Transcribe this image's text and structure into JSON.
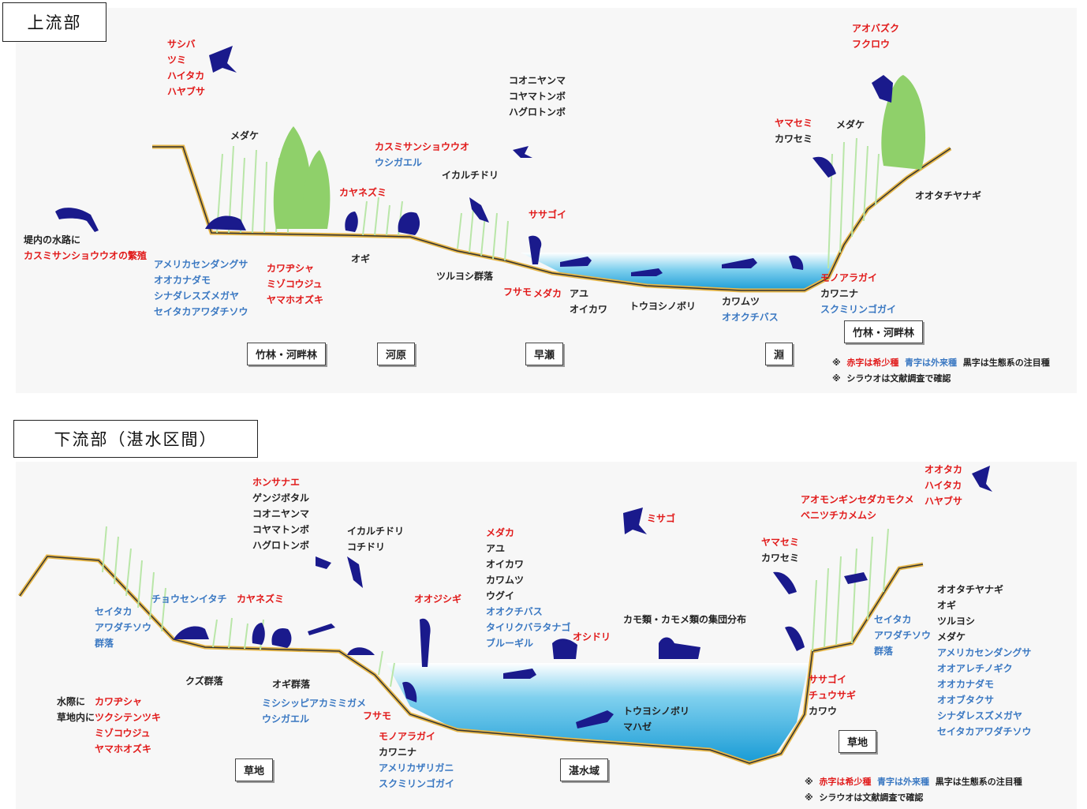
{
  "colors": {
    "rare": "#e11a1a",
    "alien": "#3a78c2",
    "notable": "#222222",
    "water": "#2aa6d8",
    "bank": "#e6b74a",
    "tree": "#8fd06a",
    "animal": "#1a1a8c"
  },
  "upper": {
    "title": "上流部",
    "labels": [
      {
        "lines": [
          "サシバ",
          "ツミ",
          "ハイタカ",
          "ハヤブサ"
        ],
        "color": "red"
      },
      {
        "lines": [
          "メダケ"
        ],
        "color": "black"
      },
      {
        "lines": [
          "カスミサンショウウオ"
        ],
        "color": "red"
      },
      {
        "lines": [
          "ウシガエル"
        ],
        "color": "blue"
      },
      {
        "lines": [
          "カヤネズミ"
        ],
        "color": "red"
      },
      {
        "lines": [
          "イカルチドリ"
        ],
        "color": "black"
      },
      {
        "lines": [
          "コオニヤンマ",
          "コヤマトンボ",
          "ハグロトンボ"
        ],
        "color": "black"
      },
      {
        "lines": [
          "ササゴイ"
        ],
        "color": "red"
      },
      {
        "lines": [
          "ヤマセミ"
        ],
        "color": "red"
      },
      {
        "lines": [
          "カワセミ"
        ],
        "color": "black"
      },
      {
        "lines": [
          "メダケ"
        ],
        "color": "black"
      },
      {
        "lines": [
          "アオバズク",
          "フクロウ"
        ],
        "color": "red"
      },
      {
        "lines": [
          "オオタチヤナギ"
        ],
        "color": "black"
      },
      {
        "lines": [
          "堤内の水路に"
        ],
        "color": "black"
      },
      {
        "lines": [
          "カスミサンショウウオの繁殖"
        ],
        "color": "red"
      },
      {
        "lines": [
          "アメリカセンダングサ",
          "オオカナダモ",
          "シナダレスズメガヤ",
          "セイタカアワダチソウ"
        ],
        "color": "blue"
      },
      {
        "lines": [
          "カワヂシャ",
          "ミゾコウジュ",
          "ヤマホオズキ"
        ],
        "color": "red"
      },
      {
        "lines": [
          "オギ"
        ],
        "color": "black"
      },
      {
        "lines": [
          "ツルヨシ群落"
        ],
        "color": "black"
      },
      {
        "lines": [
          "フサモ"
        ],
        "color": "red"
      },
      {
        "lines": [
          "メダカ"
        ],
        "color": "red"
      },
      {
        "lines": [
          "アユ",
          "オイカワ"
        ],
        "color": "black"
      },
      {
        "lines": [
          "トウヨシノボリ"
        ],
        "color": "black"
      },
      {
        "lines": [
          "カワムツ"
        ],
        "color": "black"
      },
      {
        "lines": [
          "オオクチバス"
        ],
        "color": "blue"
      },
      {
        "lines": [
          "モノアラガイ"
        ],
        "color": "red"
      },
      {
        "lines": [
          "カワニナ"
        ],
        "color": "black"
      },
      {
        "lines": [
          "スクミリンゴガイ"
        ],
        "color": "blue"
      }
    ],
    "boxes": [
      "竹林・河畔林",
      "河原",
      "早瀬",
      "淵",
      "竹林・河畔林"
    ],
    "legend": {
      "mark": "※",
      "rare": "赤字は希少種",
      "alien": "青字は外来種",
      "notable": "黒字は生態系の注目種",
      "note": "シラウオは文献調査で確認"
    }
  },
  "lower": {
    "title": "下流部（湛水区間）",
    "labels": [
      {
        "lines": [
          "ホンサナエ"
        ],
        "color": "red"
      },
      {
        "lines": [
          "ゲンジボタル",
          "コオニヤンマ",
          "コヤマトンボ",
          "ハグロトンボ"
        ],
        "color": "black"
      },
      {
        "lines": [
          "イカルチドリ",
          "コチドリ"
        ],
        "color": "black"
      },
      {
        "lines": [
          "メダカ"
        ],
        "color": "red"
      },
      {
        "lines": [
          "アユ",
          "オイカワ",
          "カワムツ",
          "ウグイ"
        ],
        "color": "black"
      },
      {
        "lines": [
          "オオクチバス",
          "タイリクバラタナゴ",
          "ブルーギル"
        ],
        "color": "blue"
      },
      {
        "lines": [
          "オシドリ"
        ],
        "color": "red"
      },
      {
        "lines": [
          "ミサゴ"
        ],
        "color": "red"
      },
      {
        "lines": [
          "カモ類・カモメ類の集団分布"
        ],
        "color": "black"
      },
      {
        "lines": [
          "アオモンギンセダカモクメ",
          "ベニツチカメムシ"
        ],
        "color": "red"
      },
      {
        "lines": [
          "オオタカ",
          "ハイタカ",
          "ハヤブサ"
        ],
        "color": "red"
      },
      {
        "lines": [
          "ヤマセミ"
        ],
        "color": "red"
      },
      {
        "lines": [
          "カワセミ"
        ],
        "color": "black"
      },
      {
        "lines": [
          "セイタカ",
          "アワダチソウ",
          "群落"
        ],
        "color": "blue"
      },
      {
        "lines": [
          "チョウセンイタチ"
        ],
        "color": "blue"
      },
      {
        "lines": [
          "カヤネズミ"
        ],
        "color": "red"
      },
      {
        "lines": [
          "オオジシギ"
        ],
        "color": "red"
      },
      {
        "lines": [
          "クズ群落"
        ],
        "color": "black"
      },
      {
        "lines": [
          "オギ群落"
        ],
        "color": "black"
      },
      {
        "lines": [
          "ミシシッピアカミミガメ",
          "ウシガエル"
        ],
        "color": "blue"
      },
      {
        "lines": [
          "フサモ"
        ],
        "color": "red"
      },
      {
        "lines": [
          "モノアラガイ"
        ],
        "color": "red"
      },
      {
        "lines": [
          "カワニナ"
        ],
        "color": "black"
      },
      {
        "lines": [
          "アメリカザリガニ",
          "スクミリンゴガイ"
        ],
        "color": "blue"
      },
      {
        "lines": [
          "トウヨシノボリ",
          "マハゼ"
        ],
        "color": "black"
      },
      {
        "lines": [
          "水際に",
          "草地内に"
        ],
        "color": "black"
      },
      {
        "lines": [
          "カワヂシャ",
          "ツクシテンツキ",
          "ミゾコウジュ",
          "ヤマホオズキ"
        ],
        "color": "red"
      },
      {
        "lines": [
          "ササゴイ",
          "チュウサギ"
        ],
        "color": "red"
      },
      {
        "lines": [
          "カワウ"
        ],
        "color": "black"
      },
      {
        "lines": [
          "セイタカ",
          "アワダチソウ",
          "群落"
        ],
        "color": "blue"
      },
      {
        "lines": [
          "オオタチヤナギ",
          "オギ",
          "ツルヨシ",
          "メダケ"
        ],
        "color": "black"
      },
      {
        "lines": [
          "アメリカセンダングサ",
          "オオアレチノギク",
          "オオカナダモ",
          "オオブタクサ",
          "シナダレスズメガヤ",
          "セイタカアワダチソウ"
        ],
        "color": "blue"
      }
    ],
    "boxes": [
      "草地",
      "湛水域",
      "草地"
    ],
    "legend": {
      "mark": "※",
      "rare": "赤字は希少種",
      "alien": "青字は外来種",
      "notable": "黒字は生態系の注目種",
      "note": "シラウオは文献調査で確認"
    }
  }
}
